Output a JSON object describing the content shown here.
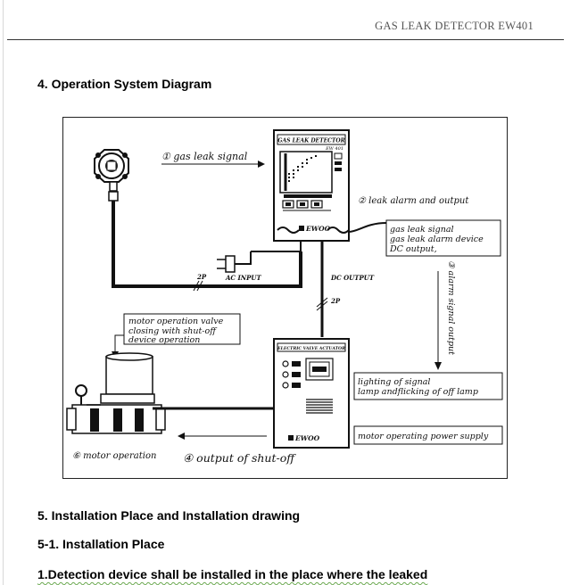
{
  "header": {
    "title": "GAS LEAK DETECTOR EW401"
  },
  "sections": {
    "s4": "4. Operation System Diagram",
    "s5": "5. Installation Place and Installation drawing",
    "s51": "5-1. Installation Place",
    "body1": "1.Detection device shall be installed in the place where the leaked"
  },
  "diagram": {
    "signal1": "① gas leak signal",
    "detector_title": "GAS LEAK DETECTOR",
    "detector_model": "EW 401",
    "detector_brand": "EWOO",
    "leak_alarm_output": "② leak alarm and output",
    "output_box": [
      "gas leak signal",
      "gas leak alarm device",
      "DC output,"
    ],
    "alarm_signal_output": "③ alarm signal output",
    "plug_label_2p": "2P",
    "ac_input": "AC INPUT",
    "dc_output": "DC OUTPUT",
    "dc_2p": "2P",
    "motor_box": [
      "motor operation valve",
      "closing with shut-off",
      "device operation"
    ],
    "actuator_title": "ELECTRIC VALVE ACTUATOR",
    "actuator_brand": "EWOO",
    "lamp_box": [
      "lighting of signal",
      "lamp andflicking of off lamp"
    ],
    "motor_power": "motor operating power supply",
    "motor_operation": "⑥ motor operation",
    "output_shutoff": "④ output of shut-off"
  }
}
